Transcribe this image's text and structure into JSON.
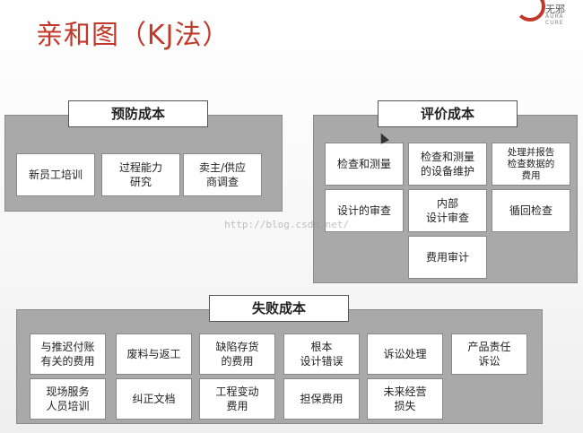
{
  "title": "亲和图（KJ法）",
  "logo": {
    "text": "无邪",
    "sub": "AURA CURE"
  },
  "watermark": "http://blog.csdn.net/",
  "groups": {
    "prevention": {
      "label": "预防成本",
      "items": [
        "新员工培训",
        "过程能力\n研究",
        "卖主/供应\n商调查"
      ]
    },
    "appraisal": {
      "label": "评价成本",
      "items": [
        "检查和测量",
        "检查和测量\n的设备维护",
        "处理并报告\n检查数据的\n费用",
        "设计的审查",
        "内部\n设计审查",
        "循回检查",
        "费用审计"
      ]
    },
    "failure": {
      "label": "失败成本",
      "items": [
        "与推迟付账\n有关的费用",
        "废料与返工",
        "缺陷存货\n的费用",
        "根本\n设计错误",
        "诉讼处理",
        "产品责任\n诉讼",
        "现场服务\n人员培训",
        "纠正文档",
        "工程变动\n费用",
        "担保费用",
        "未来经营\n损失"
      ]
    }
  }
}
